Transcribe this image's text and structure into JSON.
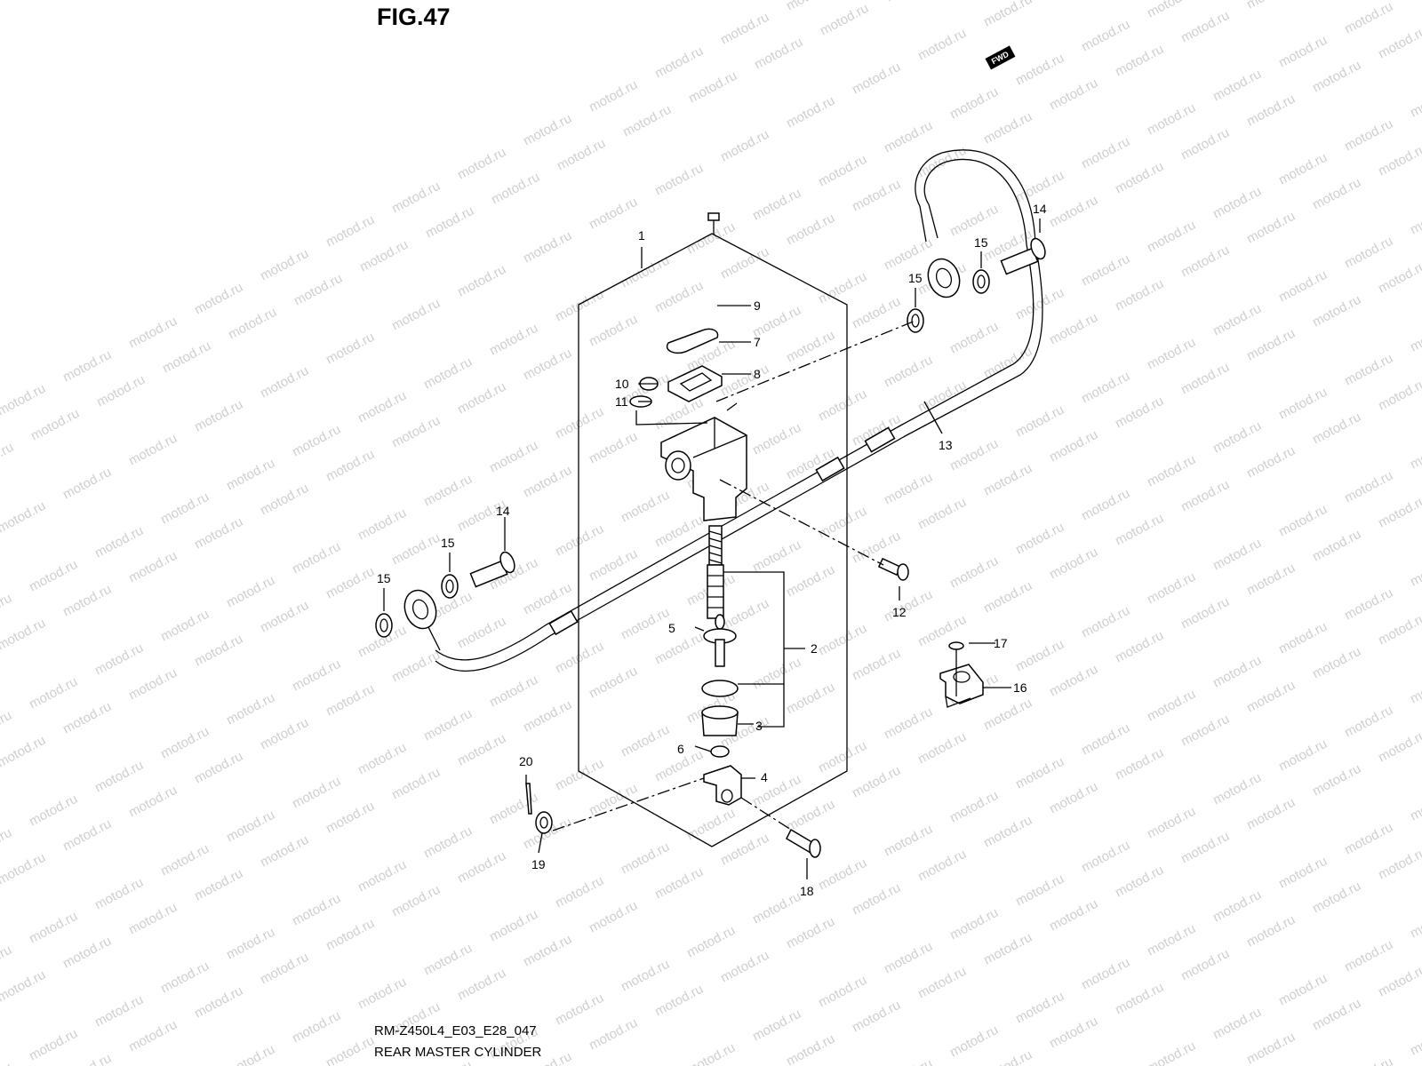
{
  "figure": {
    "title": "FIG.47",
    "fwd_label": "FWD",
    "code": "RM-Z450L4_E03_E28_047",
    "caption": "REAR MASTER CYLINDER",
    "watermark": "motod.ru"
  },
  "callouts": [
    {
      "id": "c1",
      "label": "1"
    },
    {
      "id": "c2",
      "label": "2"
    },
    {
      "id": "c3",
      "label": "3"
    },
    {
      "id": "c4",
      "label": "4"
    },
    {
      "id": "c5",
      "label": "5"
    },
    {
      "id": "c6",
      "label": "6"
    },
    {
      "id": "c7",
      "label": "7"
    },
    {
      "id": "c8",
      "label": "8"
    },
    {
      "id": "c9",
      "label": "9"
    },
    {
      "id": "c10",
      "label": "10"
    },
    {
      "id": "c11",
      "label": "11"
    },
    {
      "id": "c12",
      "label": "12"
    },
    {
      "id": "c13",
      "label": "13"
    },
    {
      "id": "c14a",
      "label": "14"
    },
    {
      "id": "c14b",
      "label": "14"
    },
    {
      "id": "c15a",
      "label": "15"
    },
    {
      "id": "c15b",
      "label": "15"
    },
    {
      "id": "c15c",
      "label": "15"
    },
    {
      "id": "c15d",
      "label": "15"
    },
    {
      "id": "c16",
      "label": "16"
    },
    {
      "id": "c17",
      "label": "17"
    },
    {
      "id": "c18",
      "label": "18"
    },
    {
      "id": "c19",
      "label": "19"
    },
    {
      "id": "c20",
      "label": "20"
    }
  ]
}
